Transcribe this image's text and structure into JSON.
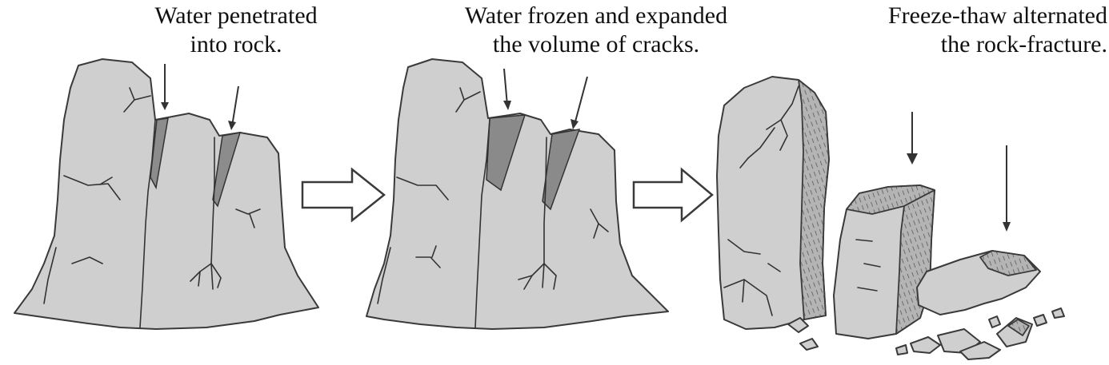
{
  "stages": [
    {
      "line1": "Water penetrated",
      "line2": "into rock."
    },
    {
      "line1": "Water frozen and expanded",
      "line2": "the volume of cracks."
    },
    {
      "line1": "Freeze-thaw alternated",
      "line2": "the rock-fracture."
    }
  ],
  "colors": {
    "rock_fill": "#cfcfcf",
    "rock_outline": "#3a3a3a",
    "water_fill": "#8c8c8c",
    "ice_fill": "#8a8a8a",
    "crack_line": "#333333",
    "arrow_fill": "#ffffff"
  }
}
